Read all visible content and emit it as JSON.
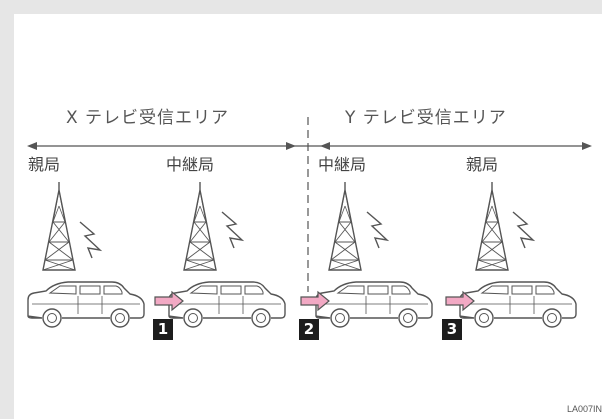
{
  "areas": {
    "x_label": "X テレビ受信エリア",
    "y_label": "Y テレビ受信エリア"
  },
  "stations": [
    {
      "label": "親局"
    },
    {
      "label": "中継局"
    },
    {
      "label": "中継局"
    },
    {
      "label": "親局"
    }
  ],
  "steps": [
    "1",
    "2",
    "3"
  ],
  "figure_code": "LA007IN",
  "colors": {
    "arrow_fill": "#f2a9c4",
    "line": "#555555",
    "badge": "#1d1d1d",
    "frame": "#e6e6e6"
  },
  "icons": [
    "tower-icon",
    "signal-bolt-icon",
    "car-icon",
    "right-arrow-icon"
  ]
}
